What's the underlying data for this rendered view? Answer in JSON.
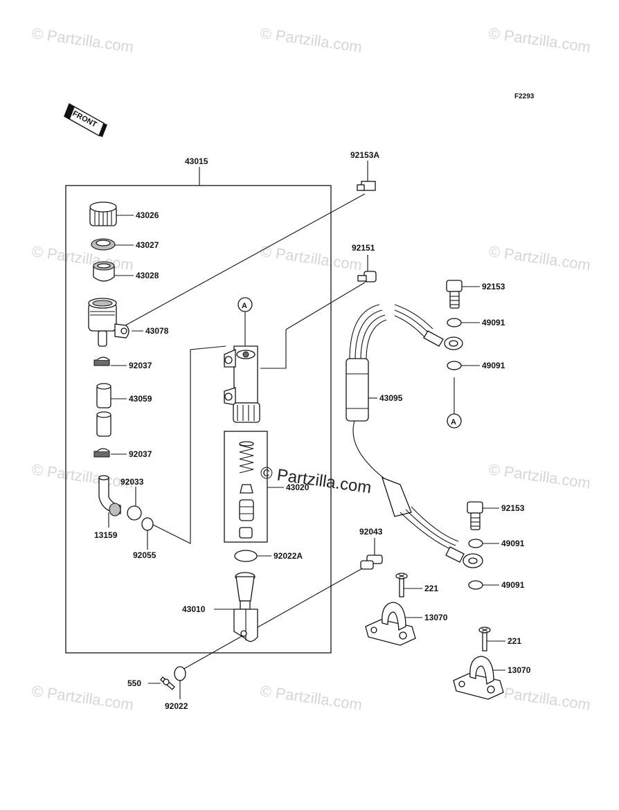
{
  "figure_code": "F2293",
  "front_label": "FRONT",
  "ref_marker": "A",
  "watermark": "© Partzilla.com",
  "parts": {
    "p43015": "43015",
    "p92153A": "92153A",
    "p43026": "43026",
    "p43027": "43027",
    "p43028": "43028",
    "p92151": "92151",
    "p92153_top": "92153",
    "p49091_a": "49091",
    "p43078": "43078",
    "p49091_b": "49091",
    "p92037_a": "92037",
    "p43095": "43095",
    "p43059": "43059",
    "p92037_b": "92037",
    "p92033": "92033",
    "p43020": "43020",
    "p13159": "13159",
    "p92153_bottom": "92153",
    "p92055": "92055",
    "p49091_c": "49091",
    "p92043": "92043",
    "p92022A": "92022A",
    "p49091_d": "49091",
    "p221_a": "221",
    "p43010": "43010",
    "p13070_a": "13070",
    "p221_b": "221",
    "p13070_b": "13070",
    "p550": "550",
    "p92022": "92022"
  }
}
